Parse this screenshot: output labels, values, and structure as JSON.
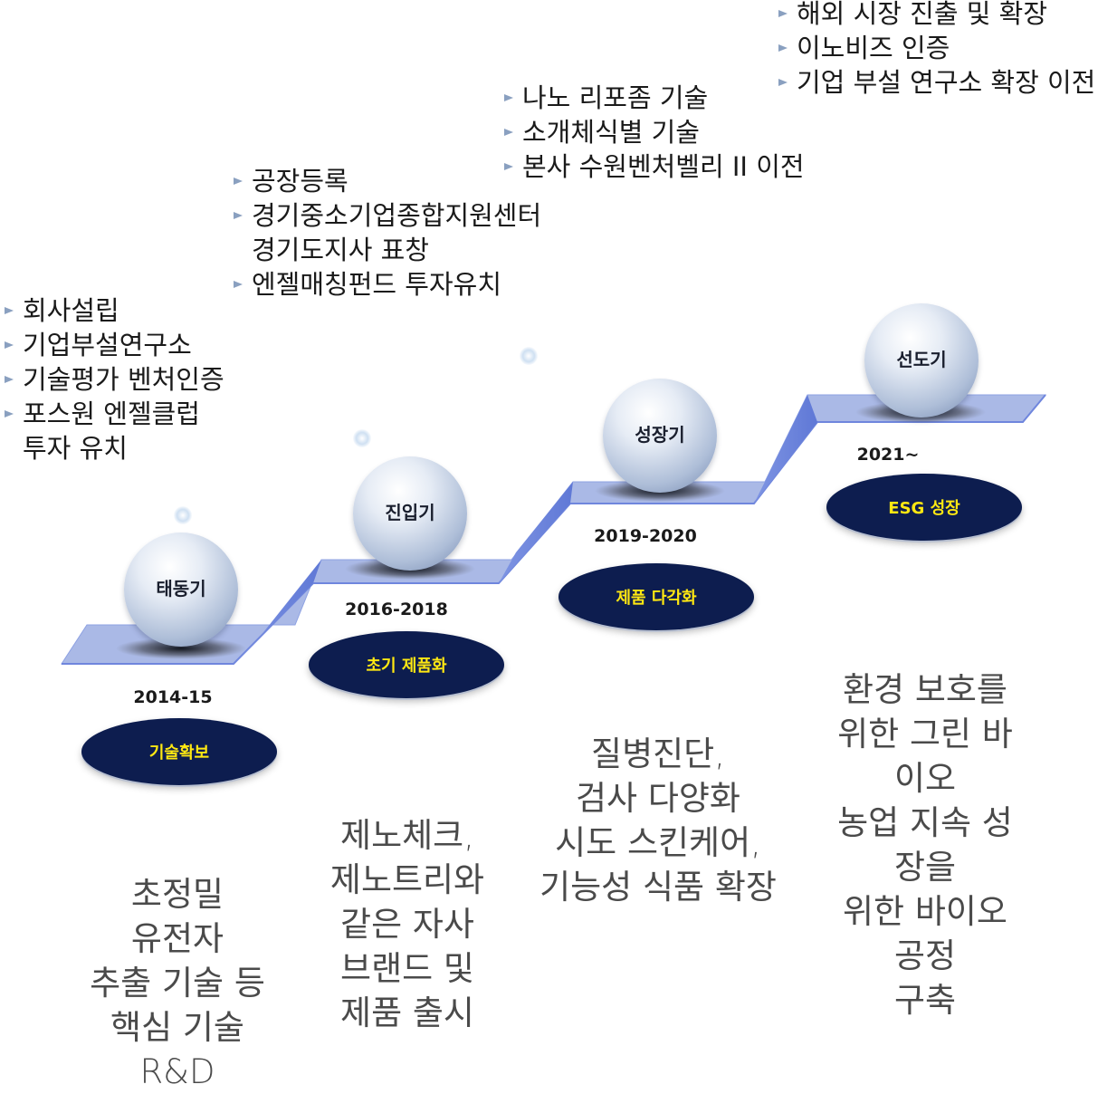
{
  "stages": [
    {
      "name": "태동기",
      "period": "2014-15",
      "focus": "기술확보",
      "milestones": [
        "회사설립",
        "기업부설연구소",
        "기술평가 벤처인증",
        "포스원 엔젤클럽",
        "투자 유치"
      ],
      "description": "초정밀\n유전자\n추출 기술 등\n핵심 기술\nR&D"
    },
    {
      "name": "진입기",
      "period": "2016-2018",
      "focus": "초기 제품화",
      "milestones": [
        "공장등록",
        "경기중소기업종합지원센터",
        "경기도지사 표창",
        "엔젤매칭펀드 투자유치"
      ],
      "description": "제노체크,\n제노트리와\n같은 자사\n브랜드 및\n제품 출시"
    },
    {
      "name": "성장기",
      "period": "2019-2020",
      "focus": "제품 다각화",
      "milestones": [
        "나노 리포좀 기술",
        "소개체식별 기술",
        "본사 수원벤처벨리 II  이전"
      ],
      "description": "질병진단,\n검사 다양화\n시도 스킨케어,\n기능성 식품 확장"
    },
    {
      "name": "선도기",
      "period": "2021~",
      "focus": "ESG 성장",
      "milestones": [
        "해외 시장 진출 및 확장",
        "이노비즈 인증",
        "기업 부설 연구소 확장 이전"
      ],
      "description": "환경 보호를\n위한 그린 바이오\n농업 지속 성장을\n위한 바이오 공정\n구축"
    }
  ],
  "colors": {
    "pill": "#0d1d4f",
    "pill_text": "#ffe812",
    "stair": "#aab9e6",
    "stair_edge": "#6f86dd",
    "bullet": "#8aa0c0"
  }
}
